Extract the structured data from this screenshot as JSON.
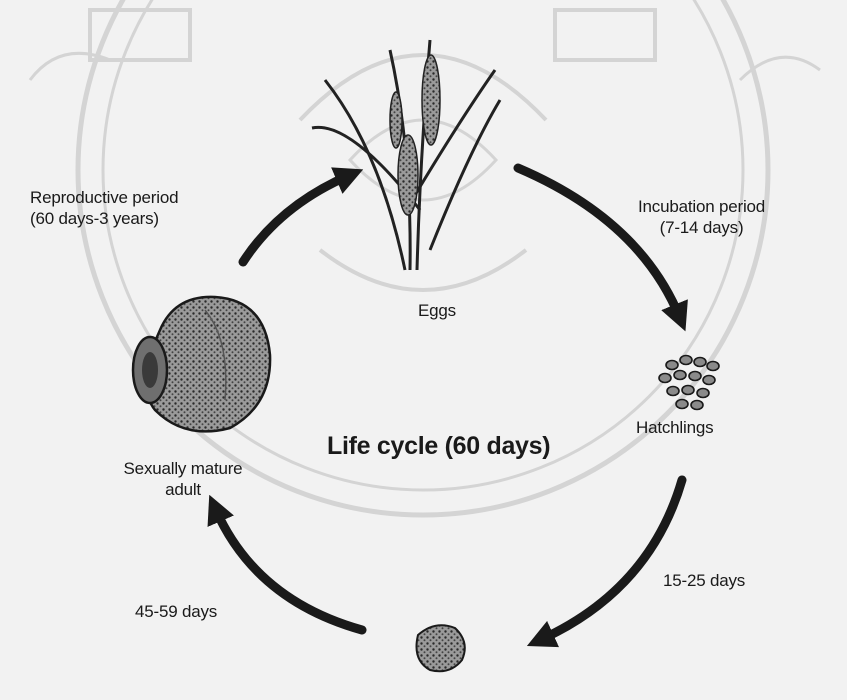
{
  "diagram": {
    "title": "Life cycle (60 days)",
    "stages": {
      "eggs": "Eggs",
      "hatchlings": "Hatchlings",
      "adult_line1": "Sexually mature",
      "adult_line2": "adult"
    },
    "transitions": {
      "reproductive_line1": "Reproductive period",
      "reproductive_line2": "(60 days-3 years)",
      "incubation_line1": "Incubation period",
      "incubation_line2": "(7-14 days)",
      "hatch_to_juvenile": "15-25 days",
      "juvenile_to_adult": "45-59 days"
    },
    "colors": {
      "background": "#f2f2f2",
      "ink": "#1a1a1a",
      "watermark": "#d4d4d4"
    }
  }
}
